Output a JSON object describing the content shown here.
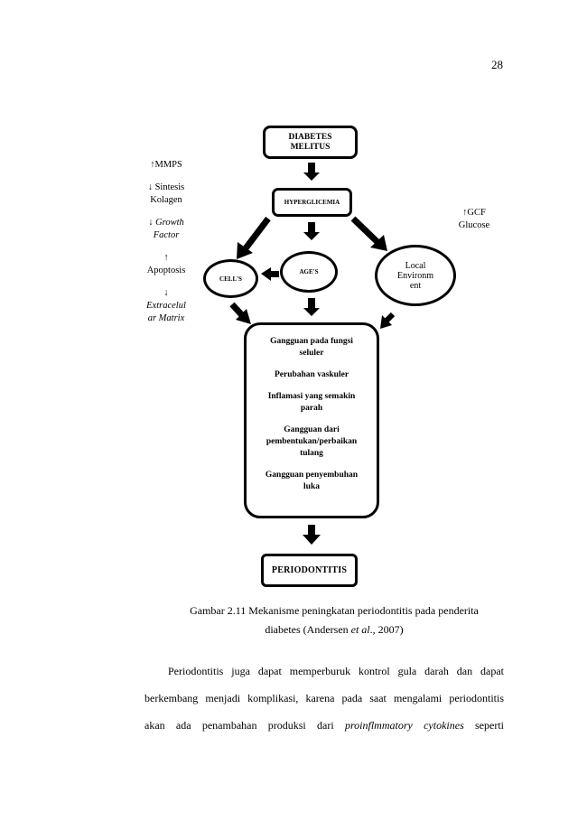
{
  "page_number": "28",
  "diagram": {
    "diabetes_line1": "DIABETES",
    "diabetes_line2": "MELITUS",
    "hyperglicemia": "HYPERGLICEMIA",
    "cells": "CELL'S",
    "ages": "AGE'S",
    "local_line1": "Local",
    "local_line2": "Environm",
    "local_line3": "ent",
    "effects": [
      "Gangguan pada fungsi seluler",
      "Perubahan vaskuler",
      "Inflamasi yang semakin parah",
      "Gangguan dari pembentukan/perbaikan tulang",
      "Gangguan penyembuhan luka"
    ],
    "periodontitis": "PERIODONTITIS",
    "left_notes": {
      "mmps": "↑MMPS",
      "sintesis_line1": "↓ Sintesis",
      "sintesis_line2": "Kolagen",
      "growth_arrow": "↓ ",
      "growth_line1": "Growth",
      "growth_line2": "Factor",
      "apoptosis_arrow": "↑",
      "apoptosis": "Apoptosis",
      "ecm_arrow": "↓",
      "ecm_line1": "Extracelul",
      "ecm_line2": "ar Matrix"
    },
    "right_notes": {
      "gcf": "↑GCF",
      "glucose": "Glucose"
    }
  },
  "caption": {
    "line1": "Gambar 2.11 Mekanisme peningkatan periodontitis pada penderita",
    "line2_before": "diabetes (Andersen ",
    "line2_italic": "et al",
    "line2_after": "., 2007)"
  },
  "paragraph": {
    "line1": "Periodontitis juga dapat memperburuk kontrol gula darah dan dapat",
    "line2": "berkembang menjadi komplikasi, karena pada saat mengalami periodontitis",
    "line3_before": "akan ada penambahan produksi dari ",
    "line3_italic": "proinflmmatory cytokines",
    "line3_after": " seperti"
  }
}
